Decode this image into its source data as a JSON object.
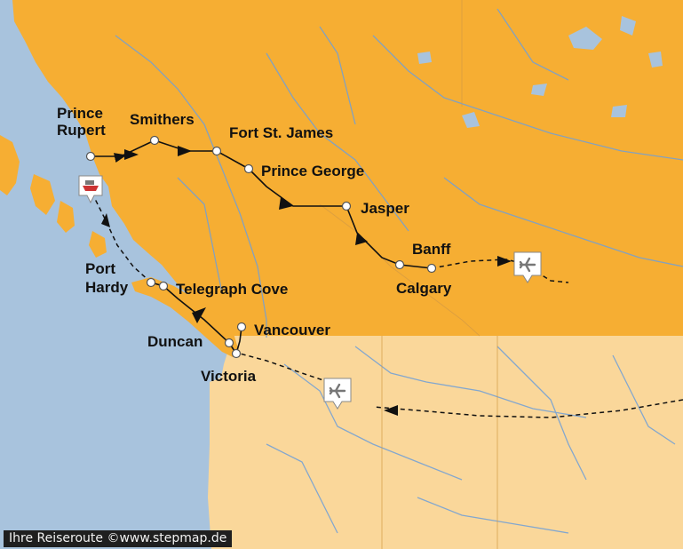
{
  "map": {
    "places": [
      {
        "id": "prince-rupert",
        "lines": [
          "Prince",
          "Rupert"
        ]
      },
      {
        "id": "smithers",
        "lines": [
          "Smithers"
        ]
      },
      {
        "id": "fort-st-james",
        "lines": [
          "Fort St. James"
        ]
      },
      {
        "id": "prince-george",
        "lines": [
          "Prince George"
        ]
      },
      {
        "id": "jasper",
        "lines": [
          "Jasper"
        ]
      },
      {
        "id": "banff",
        "lines": [
          "Banff"
        ]
      },
      {
        "id": "calgary",
        "lines": [
          "Calgary"
        ]
      },
      {
        "id": "port-hardy",
        "lines": [
          "Port",
          "Hardy"
        ]
      },
      {
        "id": "telegraph-cove",
        "lines": [
          "Telegraph Cove"
        ]
      },
      {
        "id": "vancouver",
        "lines": [
          "Vancouver"
        ]
      },
      {
        "id": "duncan",
        "lines": [
          "Duncan"
        ]
      },
      {
        "id": "victoria",
        "lines": [
          "Victoria"
        ]
      }
    ],
    "icons": [
      "ferry-icon",
      "airplane-icon",
      "airplane-icon"
    ],
    "colors": {
      "canada": "#f6ae33",
      "usa": "#fad79a",
      "water": "#a8c3dd",
      "route": "#111111",
      "rivers": "#6f9fd8"
    }
  },
  "credit": "Ihre Reiseroute ©www.stepmap.de"
}
